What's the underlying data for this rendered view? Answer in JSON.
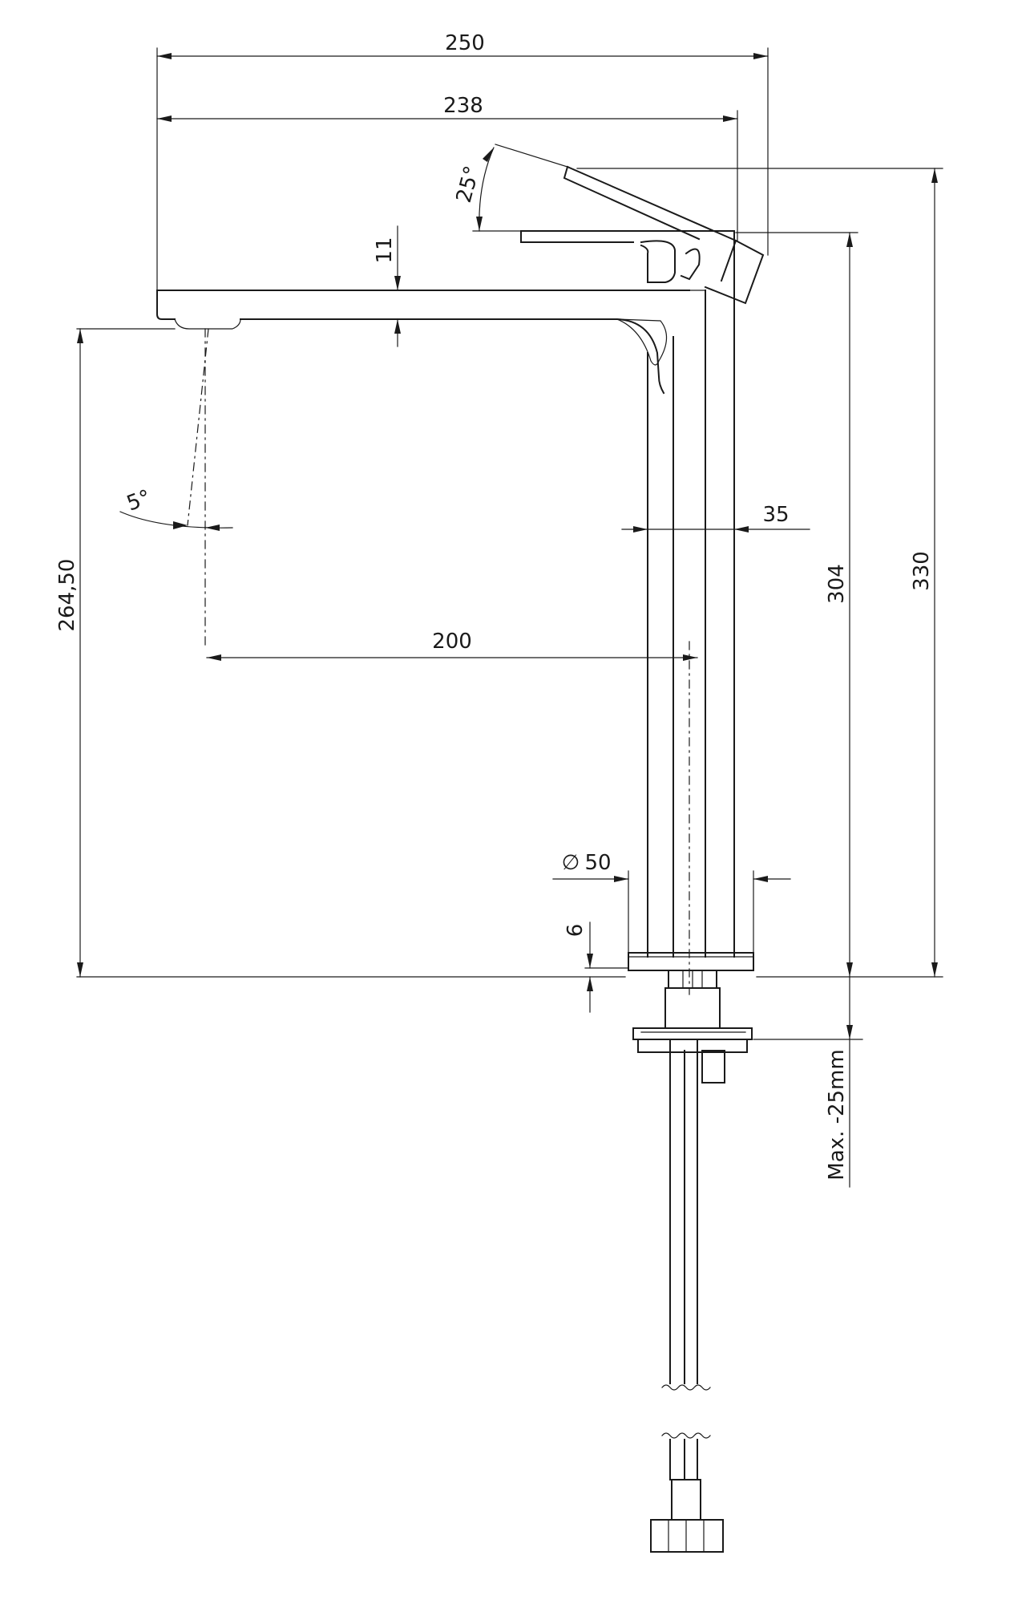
{
  "drawing": {
    "dimensions": {
      "overall_width": "250",
      "spout_width": "238",
      "lever_angle": "25°",
      "spout_thickness": "11",
      "spout_height": "264,50",
      "flow_angle": "5°",
      "body_width": "35",
      "reach": "200",
      "body_height": "304",
      "total_height": "330",
      "base_diameter_symbol": "∅",
      "base_diameter": "50",
      "base_thickness": "6",
      "max_counter": "Max. -25mm"
    }
  }
}
